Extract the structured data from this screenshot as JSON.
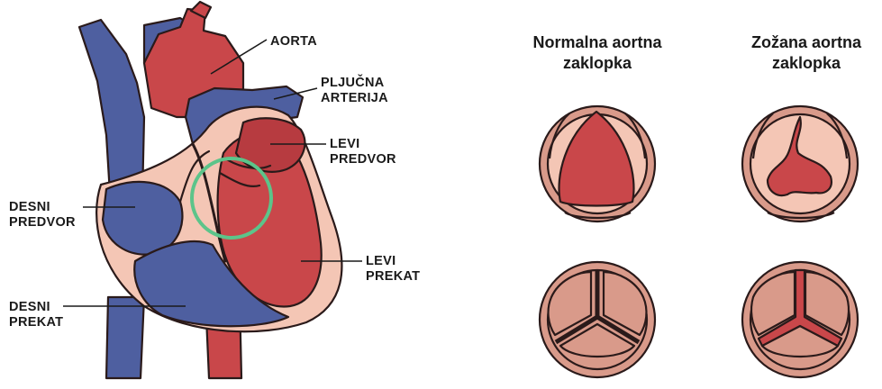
{
  "heart": {
    "labels": {
      "aorta": "AORTA",
      "pulmonary_artery": [
        "PLJUČNA",
        "ARTERIJA"
      ],
      "left_atrium": [
        "LEVI",
        "PREDVOR"
      ],
      "right_atrium": [
        "DESNI",
        "PREDVOR"
      ],
      "left_ventricle": [
        "LEVI",
        "PREKAT"
      ],
      "right_ventricle": [
        "DESNI",
        "PREKAT"
      ]
    }
  },
  "valves": {
    "normal_title": [
      "Normalna aortna",
      "zaklopka"
    ],
    "stenotic_title": [
      "Zožana aortna",
      "zaklopka"
    ]
  },
  "colors": {
    "blue": "#4e5fa0",
    "red": "#c9474a",
    "red_dark": "#b73b40",
    "pink": "#e8ad9c",
    "pink_light": "#f4c6b5",
    "valve_pink": "#d99a8a",
    "highlight_ring": "#5cc48a",
    "outline": "#2a1a1a"
  }
}
